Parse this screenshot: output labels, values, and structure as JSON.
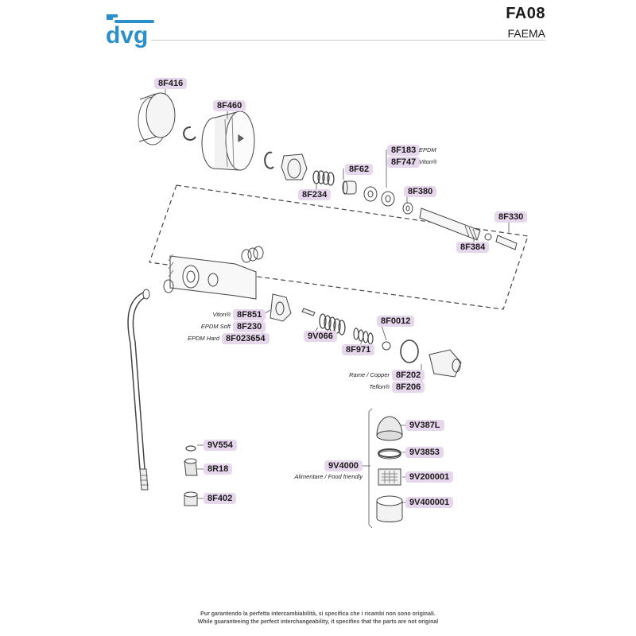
{
  "header": {
    "logo_text": "dvg",
    "model_code": "FA08",
    "brand": "FAEMA",
    "logo_color": "#2b8fc9"
  },
  "parts": [
    {
      "code": "8F416"
    },
    {
      "code": "8F460"
    },
    {
      "code": "8F183",
      "note": "EPDM"
    },
    {
      "code": "8F747",
      "note": "Viton®"
    },
    {
      "code": "8F62"
    },
    {
      "code": "8F234"
    },
    {
      "code": "8F380"
    },
    {
      "code": "8F330"
    },
    {
      "code": "8F384"
    },
    {
      "code": "8F851",
      "note": "Viton®"
    },
    {
      "code": "8F230",
      "note": "EPDM Soft"
    },
    {
      "code": "8F023654",
      "note": "EPDM Hard"
    },
    {
      "code": "8F0012"
    },
    {
      "code": "9V066"
    },
    {
      "code": "8F971"
    },
    {
      "code": "8F202",
      "note": "Rame / Copper"
    },
    {
      "code": "8F206",
      "note": "Teflon®"
    },
    {
      "code": "9V387L"
    },
    {
      "code": "9V3853"
    },
    {
      "code": "9V4000",
      "note": "Alimentare / Food friendly"
    },
    {
      "code": "9V200001"
    },
    {
      "code": "9V400001"
    },
    {
      "code": "9V554"
    },
    {
      "code": "8R18"
    },
    {
      "code": "8F402"
    }
  ],
  "footer": {
    "line1": "Pur garantendo la perfetta intercambiabilità, si specifica che i ricambi non sono originali.",
    "line2": "While guaranteeing the perfect interchangeability, it specifies that the parts are not original"
  },
  "colors": {
    "label_bg": "#e7d7ec",
    "line": "#333333"
  }
}
